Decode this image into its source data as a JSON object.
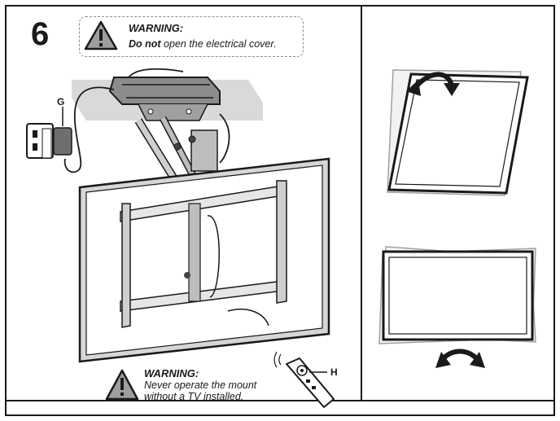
{
  "step": {
    "number": "6"
  },
  "warning_top": {
    "title": "WARNING:",
    "text_bold": "Do not",
    "text_rest": " open the electrical cover."
  },
  "warning_bottom": {
    "title": "WARNING:",
    "line1": "Never operate the mount",
    "line2": "without a TV installed."
  },
  "callouts": {
    "adapter": "G",
    "remote": "H"
  },
  "icons": {
    "warning": "warning-triangle-icon",
    "rotate_top": "rotate-arrow-icon",
    "rotate_bottom": "rotate-arrow-icon"
  },
  "colors": {
    "line": "#1a1a1a",
    "gray_fill": "#d6d6d6",
    "warning_fill": "#9e9e9e"
  }
}
